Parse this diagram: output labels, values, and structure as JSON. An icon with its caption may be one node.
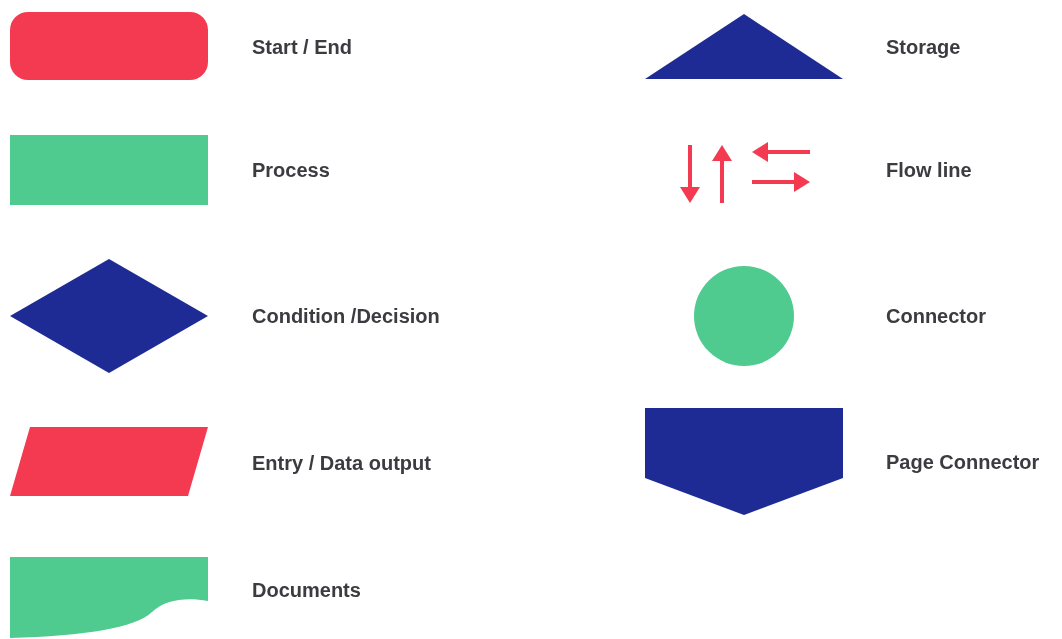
{
  "diagram": {
    "legend": [
      {
        "text": "Start / End"
      },
      {
        "text": "Process"
      },
      {
        "text": "Condition /Decision"
      },
      {
        "text": "Entry / Data output"
      },
      {
        "text": "Documents"
      },
      {
        "text": "Storage"
      },
      {
        "text": "Flow line"
      },
      {
        "text": "Connector"
      },
      {
        "text": "Page Connector"
      }
    ]
  }
}
